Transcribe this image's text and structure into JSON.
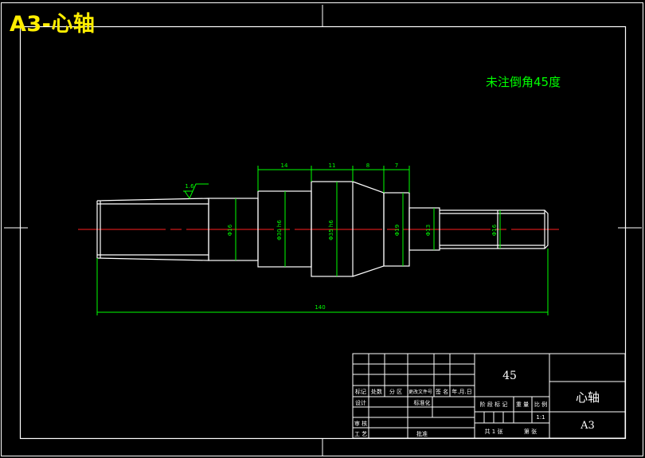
{
  "title": "A3-心轴",
  "colors": {
    "background": "#000000",
    "outline": "#ffffff",
    "dimension": "#00ff00",
    "centerline": "#ff0000",
    "title": "#ffee00"
  },
  "note": "未注倒角45度",
  "roughness": "1.6",
  "dimensions": {
    "top": [
      "14",
      "11",
      "8",
      "7"
    ],
    "overall": "140",
    "diameters": [
      "Φ16",
      "Φ30 h6",
      "Φ35 h6",
      "Φ19",
      "Φ13",
      "Φ16"
    ]
  },
  "title_block": {
    "material": "45",
    "part_name": "心轴",
    "sheet_size": "A3",
    "scale": "1:1",
    "labels": {
      "mark": "标记",
      "count": "处数",
      "zone": "分 区",
      "change_doc": "更改文件号",
      "signature": "签 名",
      "date": "年.月.日",
      "design": "设计",
      "standardization": "标准化",
      "review": "审 核",
      "process": "工 艺",
      "approve": "批准",
      "stage_mark": "阶 段 标 记",
      "weight": "重 量",
      "ratio": "比 例",
      "sheets_total": "共 1 张",
      "sheet_no": "第 张"
    }
  }
}
